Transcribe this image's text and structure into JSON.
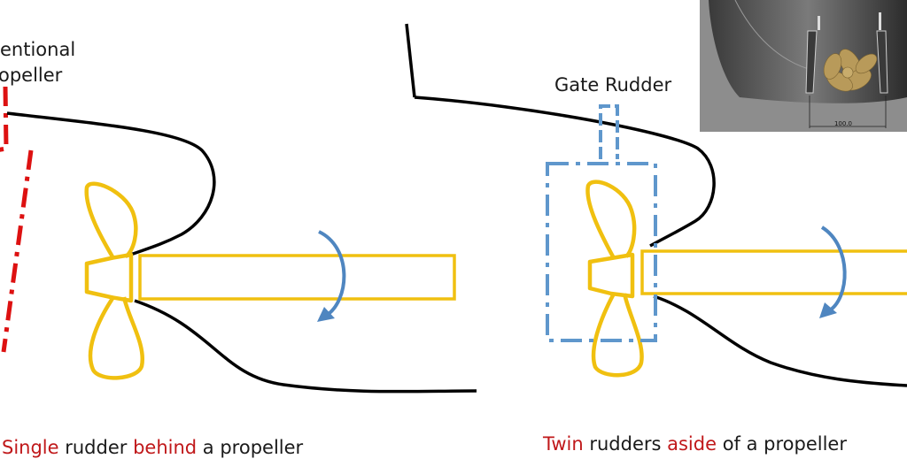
{
  "left_panel": {
    "label_top": [
      "entional",
      "opeller"
    ],
    "caption": {
      "part1": "Single",
      "part2": " rudder ",
      "part3": "behind",
      "part4": " a propeller"
    }
  },
  "right_panel": {
    "label_top": "Gate Rudder",
    "caption": {
      "part1": "Twin",
      "part2": " rudders ",
      "part3": "aside",
      "part4": " of a propeller"
    }
  },
  "inset": {
    "dimension_text": "100.0"
  },
  "colors": {
    "propeller": "#f0c010",
    "hull": "#000000",
    "red_rudder": "#dd1111",
    "blue_rudder": "#5f97cc",
    "arrow": "#4f86c0",
    "emphasis_text": "#c0181a"
  },
  "icons": [
    "propeller-icon",
    "rotation-arrow-icon"
  ]
}
